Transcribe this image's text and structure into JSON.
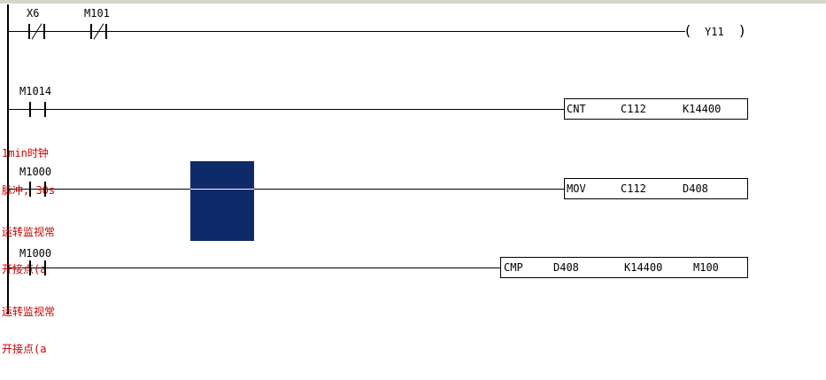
{
  "diagram": {
    "colors": {
      "wire": "#000000",
      "comment_text": "#cc0000",
      "selection_cursor": "#0f2a68",
      "top_border": "#d5d5cb",
      "background": "#ffffff"
    },
    "coil_symbol": {
      "open": "(",
      "close": ")"
    },
    "rungs": [
      {
        "contacts": [
          {
            "label": "X6",
            "type": "normally-closed"
          },
          {
            "label": "M101",
            "type": "normally-closed"
          }
        ],
        "coil": {
          "label": "Y11"
        }
      },
      {
        "contacts": [
          {
            "label": "M1014",
            "type": "normally-open"
          }
        ],
        "comment_lines": [
          "1min时钟",
          "脉冲, 30s"
        ],
        "instruction": {
          "mnemonic": "CNT",
          "operands": [
            "C112",
            "K14400"
          ]
        }
      },
      {
        "contacts": [
          {
            "label": "M1000",
            "type": "normally-open"
          }
        ],
        "comment_lines": [
          "运转监视常",
          "开接点(a"
        ],
        "instruction": {
          "mnemonic": "MOV",
          "operands": [
            "C112",
            "D408"
          ]
        },
        "selected": true
      },
      {
        "contacts": [
          {
            "label": "M1000",
            "type": "normally-open"
          }
        ],
        "comment_lines": [
          "运转监视常",
          "开接点(a"
        ],
        "instruction": {
          "mnemonic": "CMP",
          "operands": [
            "D408",
            "K14400",
            "M100"
          ]
        }
      }
    ]
  }
}
